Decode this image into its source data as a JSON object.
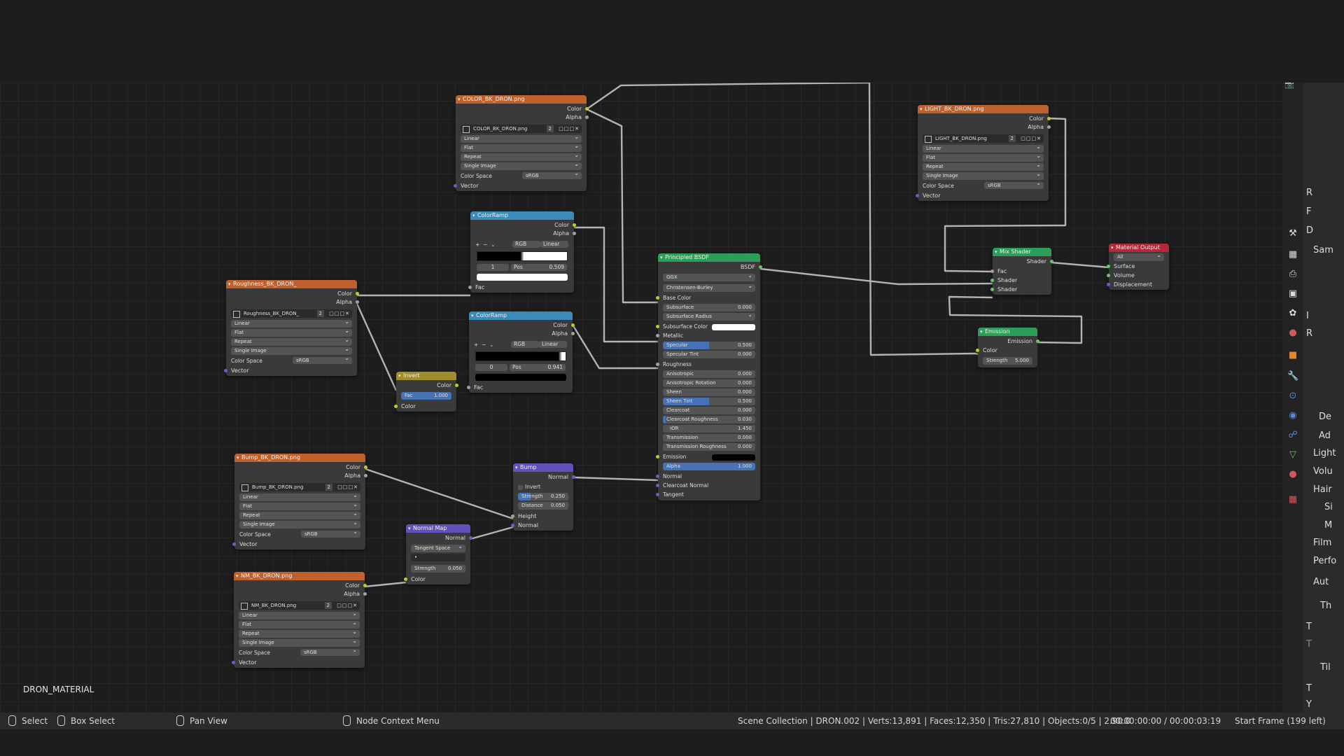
{
  "material_name": "DRON_MATERIAL",
  "status": {
    "select": "Select",
    "box_select": "Box Select",
    "pan_view": "Pan View",
    "context_menu": "Node Context Menu",
    "stats": "Scene Collection | DRON.002 | Verts:13,891 | Faces:12,350 | Tris:27,810 | Objects:0/5 | 2.90.0",
    "time": "00:00:00:00 / 00:00:03:19",
    "start_frame": "Start Frame (199 left)"
  },
  "tex_fields": {
    "interp": "Linear",
    "proj": "Flat",
    "ext": "Repeat",
    "source": "Single Image",
    "cs_label": "Color Space",
    "cs_value": "sRGB",
    "img_users": "2"
  },
  "sockets": {
    "color": "Color",
    "alpha": "Alpha",
    "vector": "Vector",
    "fac": "Fac",
    "normal": "Normal",
    "height": "Height",
    "shader": "Shader",
    "emission": "Emission",
    "bsdf": "BSDF",
    "surface": "Surface",
    "volume": "Volume",
    "displacement": "Displacement",
    "strength": "Strength"
  },
  "nodes": {
    "color_tex": {
      "title": "COLOR_BK_DRON.png",
      "image": "COLOR_BK_DRON.png"
    },
    "light_tex": {
      "title": "LIGHT_BK_DRON.png",
      "image": "LIGHT_BK_DRON.png"
    },
    "rough_tex": {
      "title": "Roughness_BK_DRON_",
      "image": "Roughness_BK_DRON_"
    },
    "bump_tex": {
      "title": "Bump_BK_DRON.png",
      "image": "Bump_BK_DRON.png"
    },
    "nm_tex": {
      "title": "NM_BK_DRON.png",
      "image": "NM_BK_DRON.png"
    },
    "ramp1": {
      "title": "ColorRamp",
      "mode": "RGB",
      "interp": "Linear",
      "index": "1",
      "pos_label": "Pos",
      "pos": "0.509"
    },
    "ramp2": {
      "title": "ColorRamp",
      "mode": "RGB",
      "interp": "Linear",
      "index": "0",
      "pos_label": "Pos",
      "pos": "0.941"
    },
    "invert": {
      "title": "Invert",
      "fac_label": "Fac",
      "fac": "1.000"
    },
    "bump": {
      "title": "Bump",
      "invert": "Invert",
      "strength_label": "Strength",
      "strength": "0.250",
      "distance_label": "Distance",
      "distance": "0.050"
    },
    "normal_map": {
      "title": "Normal Map",
      "space": "Tangent Space",
      "strength_label": "Strength",
      "strength": "0.050"
    },
    "mix": {
      "title": "Mix Shader"
    },
    "output": {
      "title": "Material Output",
      "target": "All"
    },
    "emission": {
      "title": "Emission",
      "strength_label": "Strength",
      "strength": "5.000"
    },
    "bsdf": {
      "title": "Principled BSDF",
      "distribution": "GGX",
      "subsurface_method": "Christensen-Burley",
      "base_color": "Base Color",
      "subsurface_color": "Subsurface Color",
      "subsurface_radius": "Subsurface Radius",
      "metallic": "Metallic",
      "roughness": "Roughness",
      "emission": "Emission",
      "normal": "Normal",
      "clearcoat_normal": "Clearcoat Normal",
      "tangent": "Tangent",
      "inputs": [
        {
          "label": "Subsurface",
          "value": "0.000",
          "fill": 0
        },
        {
          "label": "Specular",
          "value": "0.500",
          "fill": 50
        },
        {
          "label": "Specular Tint",
          "value": "0.000",
          "fill": 0
        },
        {
          "label": "Anisotropic",
          "value": "0.000",
          "fill": 0
        },
        {
          "label": "Anisotropic Rotation",
          "value": "0.000",
          "fill": 0
        },
        {
          "label": "Sheen",
          "value": "0.000",
          "fill": 0
        },
        {
          "label": "Sheen Tint",
          "value": "0.500",
          "fill": 50
        },
        {
          "label": "Clearcoat",
          "value": "0.000",
          "fill": 0
        },
        {
          "label": "Clearcoat Roughness",
          "value": "0.030",
          "fill": 3
        },
        {
          "label": "IOR",
          "value": "1.450",
          "fill": 0
        },
        {
          "label": "Transmission",
          "value": "0.000",
          "fill": 0
        },
        {
          "label": "Transmission Roughness",
          "value": "0.000",
          "fill": 0
        },
        {
          "label": "Alpha",
          "value": "1.000",
          "fill": 100
        }
      ]
    }
  },
  "right_panel": {
    "items": [
      "R",
      "F",
      "D",
      "Sam",
      "I",
      "R",
      "De",
      "Ad",
      "Light",
      "Volu",
      "Hair",
      "Si",
      "M",
      "Film",
      "Perfo",
      "Aut",
      "Th",
      "T",
      "T",
      "Til",
      "T",
      "Y"
    ]
  },
  "colors": {
    "texture_header": "#c0612d",
    "converter_header": "#3b8bb8",
    "shader_header": "#2c9e5a",
    "color_header": "#a08e2c",
    "vector_header": "#6450bd",
    "output_header": "#b22a39"
  }
}
